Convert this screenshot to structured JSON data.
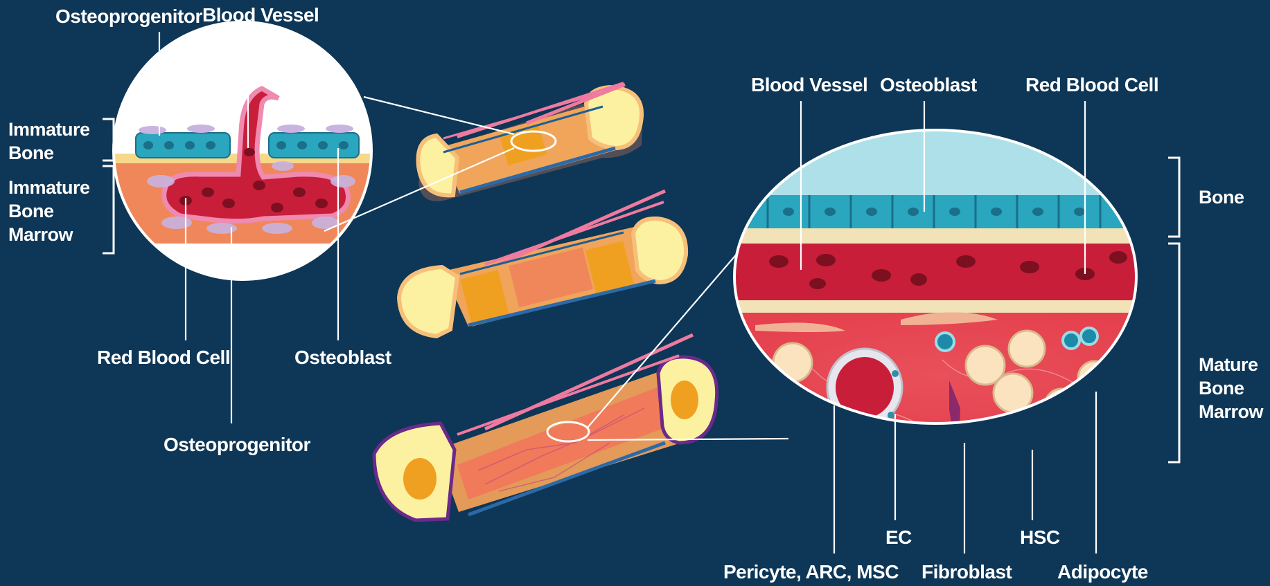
{
  "left_callout": {
    "labels": {
      "osteoprogenitor_top": "Osteoprogenitor",
      "blood_vessel": "Blood Vessel",
      "red_blood_cell": "Red Blood Cell",
      "osteoblast": "Osteoblast",
      "osteoprogenitor_bottom": "Osteoprogenitor"
    },
    "brackets": {
      "immature_bone": [
        "Immature",
        "Bone"
      ],
      "immature_bone_marrow": [
        "Immature",
        "Bone",
        "Marrow"
      ]
    }
  },
  "right_callout": {
    "labels": {
      "blood_vessel": "Blood Vessel",
      "osteoblast": "Osteoblast",
      "red_blood_cell": "Red Blood Cell",
      "pericyte": "Pericyte, ARC, MSC",
      "ec": "EC",
      "fibroblast": "Fibroblast",
      "hsc": "HSC",
      "adipocyte": "Adipocyte"
    },
    "brackets": {
      "bone": [
        "Bone"
      ],
      "mature_bone_marrow": [
        "Mature",
        "Bone",
        "Marrow"
      ]
    }
  },
  "colors": {
    "background": "#0e3656",
    "bone_tissue": "#fcf1a0",
    "bone_edge": "#f7c07a",
    "marrow": "#f0895a",
    "blood": "#c81e3a",
    "osteoblast": "#2aa6bf",
    "hsc": "#1d8aa8",
    "pink_vessel": "#ef7aa0",
    "periosteum": "#6a2a8a"
  }
}
